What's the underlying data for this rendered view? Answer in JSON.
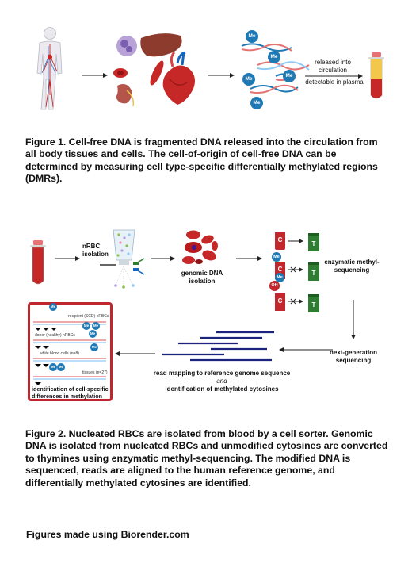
{
  "figure1": {
    "me_label": "Me",
    "released_line1": "released into",
    "released_line2": "circulation",
    "detectable": "detectable in plasma",
    "caption": "Figure 1. Cell-free DNA is fragmented DNA released into the circulation from all body tissues and cells. The cell-of-origin of cell-free DNA can be determined by measuring cell type-specific differentially methylated regions (DMRs)."
  },
  "figure2": {
    "nrbc_line1": "nRBC",
    "nrbc_line2": "isolation",
    "genomic_line1": "genomic DNA",
    "genomic_line2": "isolation",
    "base_c": "C",
    "base_t": "T",
    "me_label": "Me",
    "oh_label": "OH",
    "enzymatic_line1": "enzymatic methyl-",
    "enzymatic_line2": "sequencing",
    "nextgen_line1": "next-generation",
    "nextgen_line2": "sequencing",
    "read_mapping": "read mapping to reference genome sequence",
    "and_word": "and",
    "identification_methylated": "identification of methylated cytosines",
    "panel_rows": [
      "recipient (SCD) nRBCs",
      "donor (healthy) nRBCs",
      "white blood cells (n=8)",
      "tissues (n=27)"
    ],
    "panel_caption_line1": "identification of cell-specific",
    "panel_caption_line2": "differences in methylation",
    "caption": "Figure 2. Nucleated RBCs are isolated from blood by a cell sorter. Genomic DNA is isolated from nucleated RBCs and unmodified cytosines are converted to thymines using enzymatic methyl-sequencing. The modified DNA is sequenced, reads are aligned to the human reference genome, and differentially methylated cytosines are identified."
  },
  "footer": "Figures made using Biorender.com",
  "colors": {
    "me_blue": "#1f79b5",
    "c_red": "#c4262e",
    "t_green": "#2e7d32",
    "panel_border": "#c0262d",
    "read_navy": "#1a237e",
    "rbc_red": "#c62828"
  }
}
